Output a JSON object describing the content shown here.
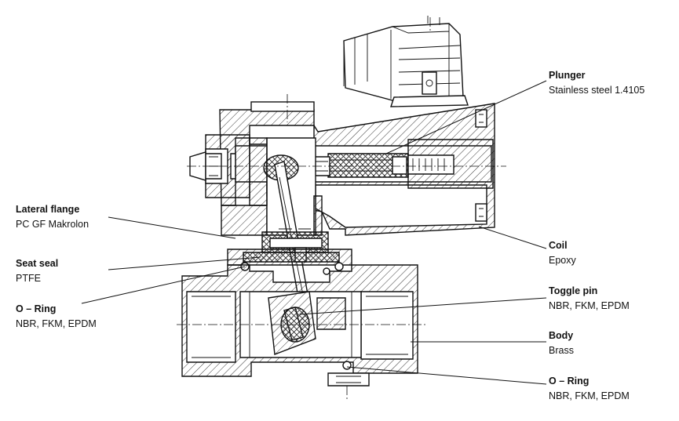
{
  "labels": {
    "plunger": {
      "title": "Plunger",
      "material": "Stainless steel 1.4105"
    },
    "lateral_flange": {
      "title": "Lateral flange",
      "material": "PC GF Makrolon"
    },
    "coil": {
      "title": "Coil",
      "material": "Epoxy"
    },
    "seat_seal": {
      "title": "Seat seal",
      "material": "PTFE"
    },
    "o_ring_left": {
      "title": "O – Ring",
      "material": "NBR, FKM, EPDM"
    },
    "toggle_pin": {
      "title": "Toggle pin",
      "material": "NBR, FKM, EPDM"
    },
    "body": {
      "title": "Body",
      "material": "Brass"
    },
    "o_ring_bottom": {
      "title": "O – Ring",
      "material": "NBR, FKM, EPDM"
    }
  }
}
